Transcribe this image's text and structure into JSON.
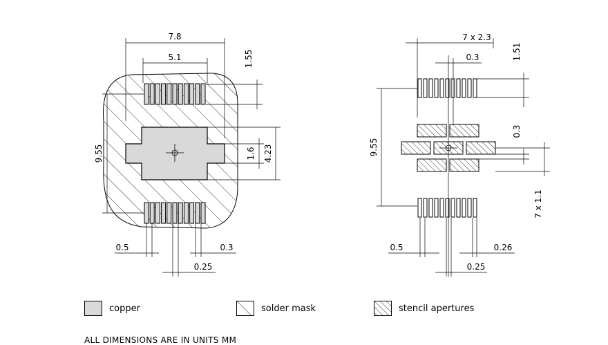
{
  "colors": {
    "copper": "#d9d9d9",
    "ink": "#000000",
    "background": "#ffffff"
  },
  "land_pattern": {
    "dimensions": {
      "overall_width": "7.8",
      "pad_span": "5.1",
      "pad_length": "1.55",
      "row_pitch": "9.55",
      "thermal_height": "1.6",
      "thermal_outer_height": "4.23",
      "pad_width": "0.5",
      "pad_gap": "0.3",
      "pitch": "0.25"
    }
  },
  "stencil": {
    "dimensions": {
      "span": "7 x 2.3",
      "pad_gap": "0.3",
      "pad_length": "1.51",
      "row_pitch": "9.55",
      "aperture_gap": "0.3",
      "aperture_height": "7 x 1.1",
      "pad_width": "0.5",
      "pad_end_gap": "0.26",
      "pitch": "0.25"
    }
  },
  "legend": {
    "copper": "copper",
    "solder_mask": "solder mask",
    "stencil": "stencil apertures"
  },
  "footer": "ALL DIMENSIONS ARE IN UNITS MM"
}
